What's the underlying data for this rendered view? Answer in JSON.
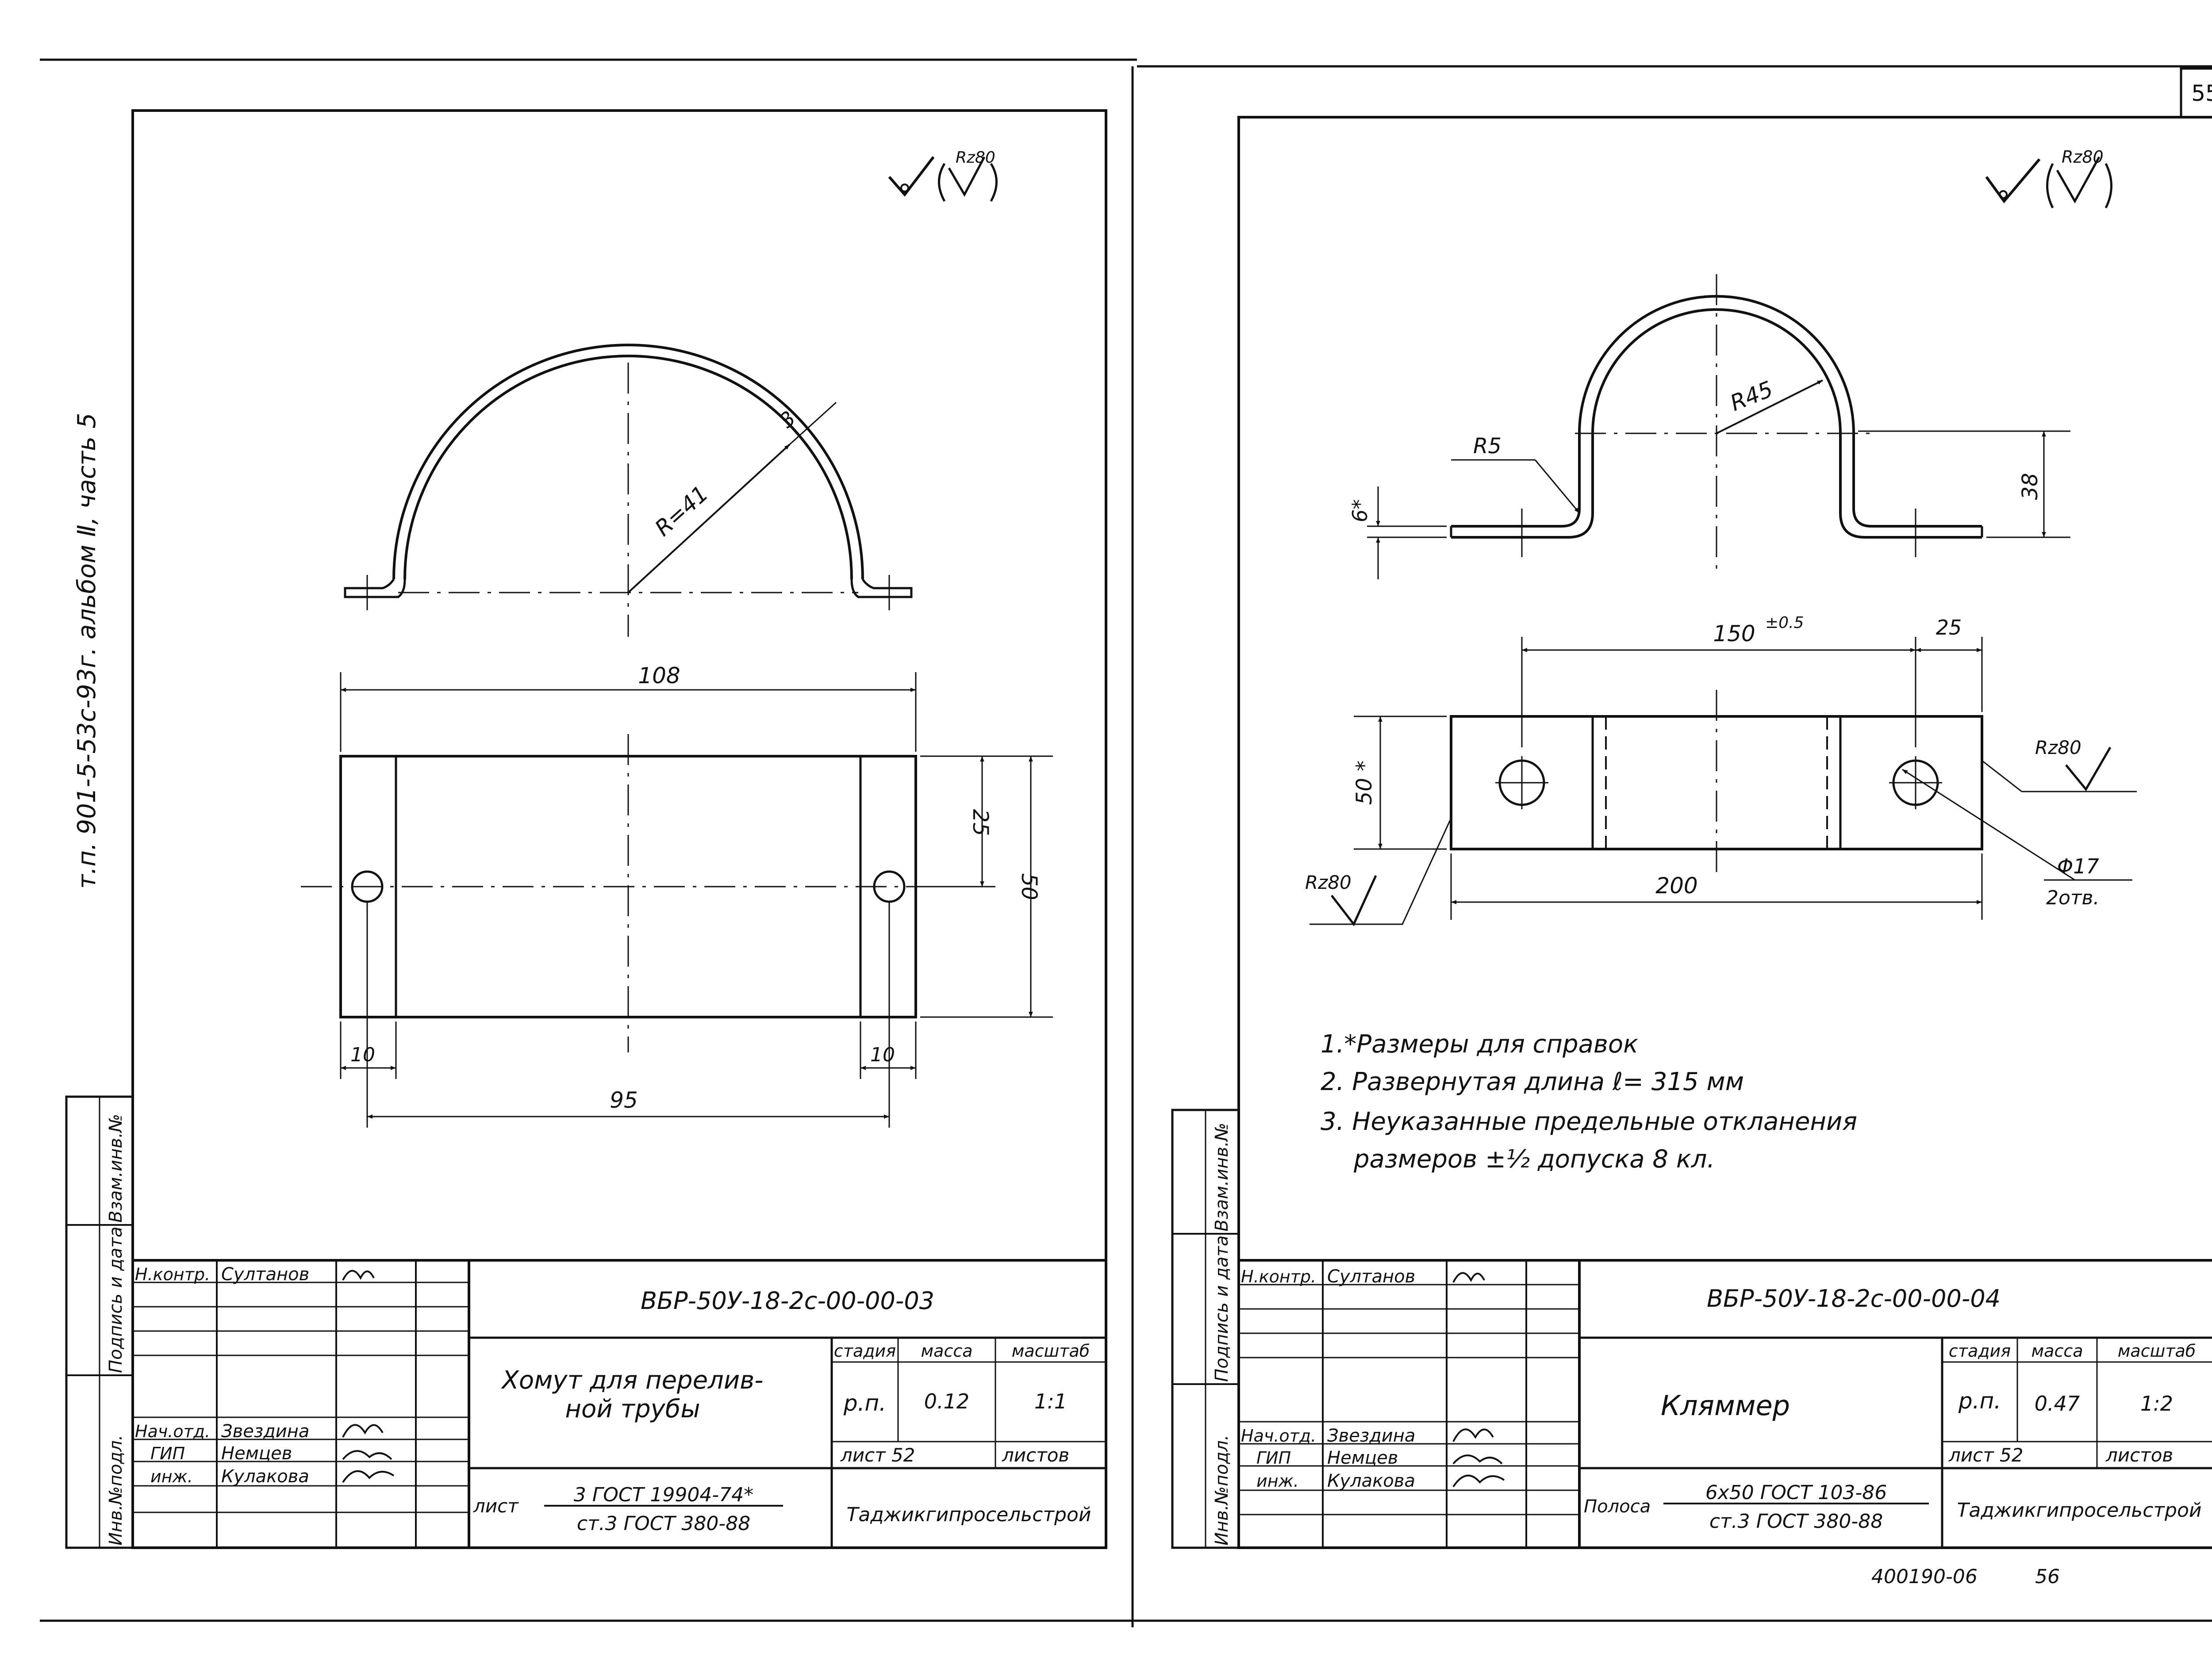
{
  "header": {
    "side_note": "т.п. 901-5-53с-93г.    альбом Ⅱ, часть 5",
    "page_number": "55",
    "bottom_code": "400190-06",
    "bottom_page": "56"
  },
  "left_sheet": {
    "roughness_symbol": "Rz80",
    "dims": {
      "radius": "R=41",
      "thickness": "3",
      "overall_length": "108",
      "hole_spacing": "95",
      "end_left": "10",
      "end_right": "10",
      "half_width": "25",
      "width": "50"
    },
    "title_block": {
      "designation": "ВБР-50У-18-2с-00-00-03",
      "name": "Хомут для перелив-\nной трубы",
      "stage_header": "стадия",
      "mass_header": "масса",
      "scale_header": "масштаб",
      "stage": "р.п.",
      "mass": "0.12",
      "scale": "1:1",
      "sheet_label": "лист 52",
      "sheets_label": "листов",
      "material_prefix": "лист",
      "material_top": "3 ГОСТ 19904-74*",
      "material_bottom": "ст.3 ГОСТ 380-88",
      "organization": "Таджикгипросельстрой",
      "roles": [
        {
          "role": "Н.контр.",
          "name": "Султанов"
        },
        {
          "role": "",
          "name": ""
        },
        {
          "role": "",
          "name": ""
        },
        {
          "role": "",
          "name": ""
        },
        {
          "role": "Нач.отд.",
          "name": "Звездина"
        },
        {
          "role": "ГИП",
          "name": "Немцев"
        },
        {
          "role": "инж.",
          "name": "Кулакова"
        }
      ],
      "side_labels": [
        "Взам.инв.№",
        "Подпись и дата",
        "Инв.№подл."
      ]
    }
  },
  "right_sheet": {
    "roughness_symbol": "Rz80",
    "dims": {
      "radius_inner": "R45",
      "radius_bend": "R5",
      "height": "38",
      "thickness": "6*",
      "hole_spacing": "150",
      "hole_spacing_tol": "±0.5",
      "end_offset": "25",
      "width": "50 *",
      "length": "200",
      "hole_dia": "Φ17",
      "hole_count": "2отв.",
      "rz_right": "Rz80",
      "rz_left": "Rz80"
    },
    "notes": [
      "1.*Размеры для справок",
      "2. Развернутая длина ℓ= 315 мм",
      "3. Неуказанные предельные откланения",
      "размеров ±½ допуска 8 кл."
    ],
    "title_block": {
      "designation": "ВБР-50У-18-2с-00-00-04",
      "name": "Кляммер",
      "stage_header": "стадия",
      "mass_header": "масса",
      "scale_header": "масштаб",
      "stage": "р.п.",
      "mass": "0.47",
      "scale": "1:2",
      "sheet_label": "лист 52",
      "sheets_label": "листов",
      "material_prefix": "Полоса",
      "material_top": "6x50 ГОСТ 103-86",
      "material_bottom": "ст.3 ГОСТ 380-88",
      "organization": "Таджикгипросельстрой",
      "roles": [
        {
          "role": "Н.контр.",
          "name": "Султанов"
        },
        {
          "role": "",
          "name": ""
        },
        {
          "role": "",
          "name": ""
        },
        {
          "role": "",
          "name": ""
        },
        {
          "role": "Нач.отд.",
          "name": "Звездина"
        },
        {
          "role": "ГИП",
          "name": "Немцев"
        },
        {
          "role": "инж.",
          "name": "Кулакова"
        }
      ],
      "side_labels": [
        "Взам.инв.№",
        "Подпись и дата",
        "Инв.№подл."
      ]
    }
  }
}
